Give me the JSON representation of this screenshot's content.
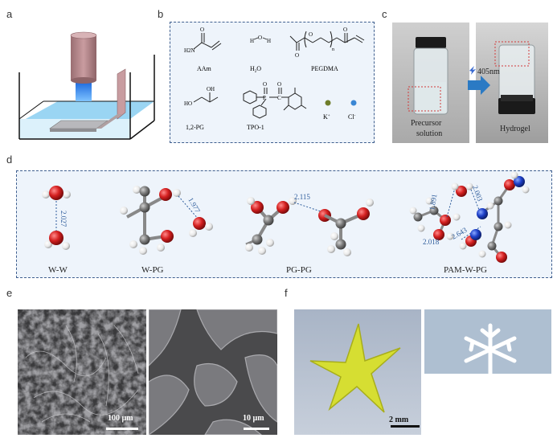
{
  "panels": {
    "a": "a",
    "b": "b",
    "c": "c",
    "d": "d",
    "e": "e",
    "f": "f"
  },
  "panel_b": {
    "labels": {
      "aam": "AAm",
      "water": "H",
      "water_sub": "2",
      "water_o": "O",
      "pegdma": "PEGDMA",
      "pg": "1,2-PG",
      "tpo": "TPO-1",
      "k": "K",
      "k_sup": "+",
      "cl": "Cl",
      "cl_sup": "-"
    },
    "atoms": {
      "h2n": "H2N",
      "o": "O",
      "h": "H",
      "ho": "HO",
      "oh": "OH",
      "p": "P",
      "c": "C",
      "n": "n"
    }
  },
  "panel_c": {
    "wavelength": "405nm",
    "left_caption_1": "Precursor",
    "left_caption_2": "solution",
    "right_caption": "Hydrogel"
  },
  "panel_d": {
    "labels": [
      "W-W",
      "W-PG",
      "PG-PG",
      "PAM-W-PG"
    ],
    "distances": {
      "ww": "2.027",
      "wpg": "1.977",
      "pgpg": "2.115",
      "pam_a": "1.891",
      "pam_b": "2.003",
      "pam_c": "2.643",
      "pam_d": "2.018"
    }
  },
  "panel_e": {
    "scale_left": "100 µm",
    "scale_right": "10 µm"
  },
  "panel_f": {
    "scale_left": "2 mm"
  },
  "colors": {
    "box_border": "#3f5f8f",
    "box_fill": "#eef4fb",
    "oxygen": "#d42020",
    "carbon": "#7c7c7c",
    "hydrogen": "#f2f2f2",
    "nitrogen": "#1e40c8",
    "bond_dashed": "#2f5d9c",
    "gel_yellow": "#d8e02a"
  }
}
